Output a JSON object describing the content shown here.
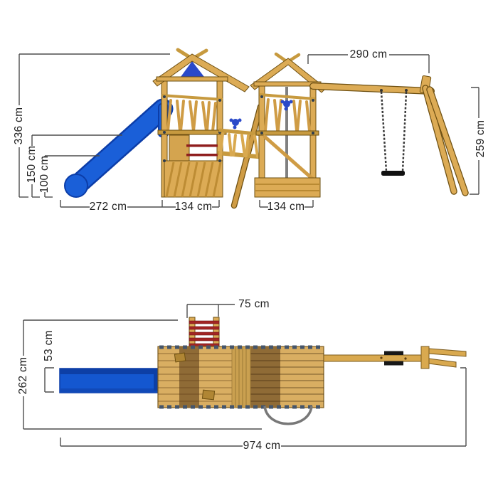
{
  "document": {
    "type": "playground-equipment-dimension-diagram",
    "views": [
      "side-elevation",
      "top-plan"
    ]
  },
  "side_view": {
    "labels": {
      "total_height": "336 cm",
      "platform_height": "150 cm",
      "slide_start_height": "100 cm",
      "slide_run": "272 cm",
      "tower1_width": "134 cm",
      "tower2_width": "134 cm",
      "swing_span": "290 cm",
      "swing_height": "259 cm"
    }
  },
  "top_view": {
    "labels": {
      "ladder_width": "75 cm",
      "slide_width": "53 cm",
      "total_depth": "262 cm",
      "total_length": "974 cm"
    }
  },
  "colors": {
    "wood": "#d9ae62",
    "wood_mid": "#c79a3f",
    "wood_dark_band": "#8f6b36",
    "wood_outline": "#6e5012",
    "slide_blue": "#1457d0",
    "slide_blue_dark": "#0d3fa6",
    "accent_blue_splat": "#2a49c9",
    "rung_red": "#9c2020",
    "swing_seat_black": "#151515",
    "fireman_pole_gray": "#8e8e8e",
    "dimension_line": "#4d4d4d",
    "background": "#ffffff"
  }
}
